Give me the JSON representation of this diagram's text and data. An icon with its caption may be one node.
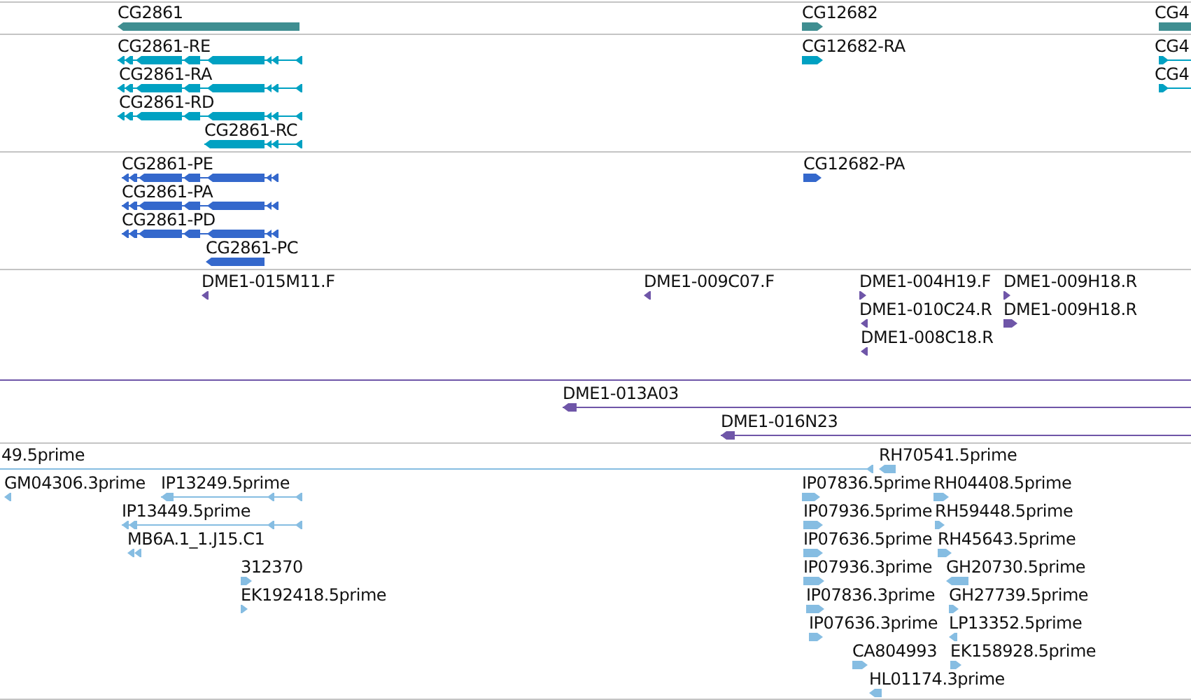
{
  "diagram": {
    "labels": [
      "CG2861",
      "CG12682",
      "CG4",
      "CG2861-RE",
      "CG12682-RA",
      "CG4",
      "CG2861-RA",
      "CG4",
      "CG2861-RD",
      "CG2861-RC",
      "CG2861-PE",
      "CG12682-PA",
      "CG2861-PA",
      "CG2861-PD",
      "CG2861-PC",
      "DME1-015M11.F",
      "DME1-009C07.F",
      "DME1-004H19.F",
      "DME1-009H18.R",
      "DME1-010C24.R",
      "DME1-009H18.R",
      "DME1-008C18.R",
      "DME1-013A03",
      "DME1-016N23",
      "49.5prime",
      "RH70541.5prime",
      "GM04306.3prime",
      "IP13249.5prime",
      "IP07836.5prime",
      "RH04408.5prime",
      "IP13449.5prime",
      "IP07936.5prime",
      "RH59448.5prime",
      "MB6A.1_1.J15.C1",
      "IP07636.5prime",
      "RH45643.5prime",
      "312370",
      "IP07936.3prime",
      "GH20730.5prime",
      "EK192418.5prime",
      "IP07836.3prime",
      "GH27739.5prime",
      "IP07636.3prime",
      "LP13352.5prime",
      "CA804993",
      "EK158928.5prime",
      "HL01174.3prime"
    ]
  }
}
